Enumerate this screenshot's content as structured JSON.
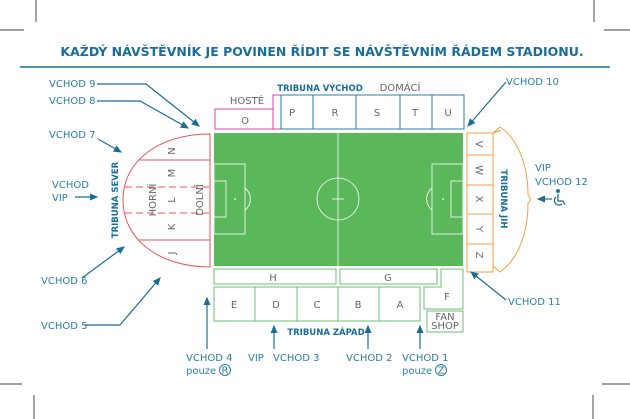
{
  "title": "KAŽDÝ NÁVŠTĚVNÍK JE POVINEN ŘÍDIT SE NÁVŠTĚVNÍM ŘÁDEM STADIONU.",
  "colors": {
    "accent": "#1a6e96",
    "pitch": "#5bb85a",
    "north": "#e8555a",
    "south": "#f0a040",
    "east": "#2a7fa6",
    "away": "#e0409a",
    "west": "#6cc070"
  },
  "stands": {
    "east": {
      "name": "TRIBUNA VÝCHOD",
      "away_label": "HOSTÉ",
      "home_label": "DOMÁCÍ",
      "sections": [
        "O",
        "P",
        "R",
        "S",
        "T",
        "U"
      ]
    },
    "north": {
      "name": "TRIBUNA SEVER",
      "upper": "HORNÍ",
      "lower": "DOLNÍ",
      "sections": [
        "N",
        "M",
        "L",
        "K",
        "J"
      ]
    },
    "south": {
      "name": "TRIBUNA JIH",
      "sections": [
        "V",
        "W",
        "X",
        "Y",
        "Z"
      ]
    },
    "west": {
      "name": "TRIBUNA ZÁPAD",
      "upper_sections": [
        "H",
        "G"
      ],
      "sections": [
        "E",
        "D",
        "C",
        "B",
        "A"
      ],
      "corner": "F",
      "shop_line1": "FAN",
      "shop_line2": "SHOP"
    }
  },
  "entrances": {
    "v9": "VCHOD 9",
    "v8": "VCHOD 8",
    "v7": "VCHOD 7",
    "vip_line1": "VCHOD",
    "vip_line2": "VIP",
    "v6": "VCHOD 6",
    "v5": "VCHOD 5",
    "v10": "VCHOD 10",
    "v12_line1": "VIP",
    "v12_line2": "VCHOD 12",
    "v11": "VCHOD 11",
    "v4": "VCHOD 4",
    "v4_note": "pouze",
    "v4_badge": "R",
    "vip3": "VIP",
    "v3": "VCHOD 3",
    "v2": "VCHOD 2",
    "v1": "VCHOD 1",
    "v1_note": "pouze",
    "v1_badge": "Z"
  }
}
